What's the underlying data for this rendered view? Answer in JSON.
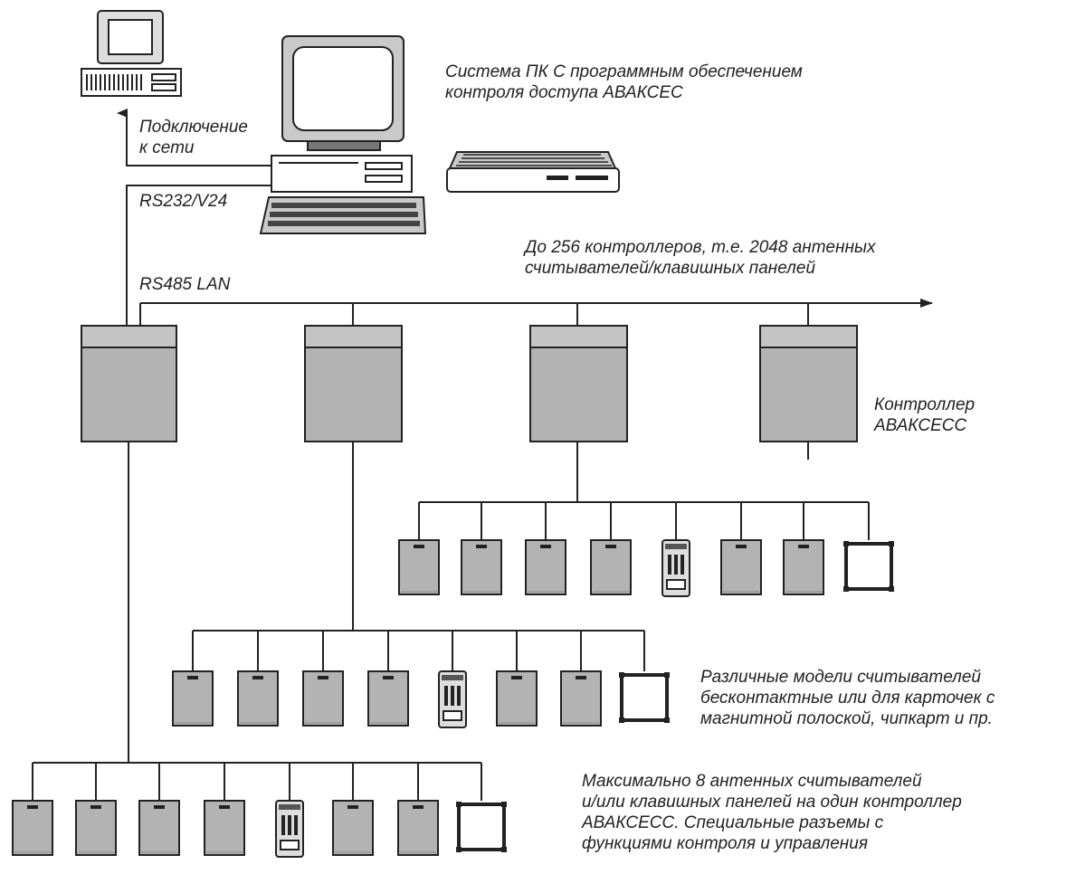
{
  "labels": {
    "pc_system": [
      "Система ПК С программным обеспечением",
      "контроля доступа АВАКСЕС"
    ],
    "network": [
      "Подключение",
      "к сети"
    ],
    "rs232": "RS232/V24",
    "controllers_max": [
      "До 256 контроллеров, т.е. 2048 антенных",
      "считывателей/клавишных панелей"
    ],
    "rs485": "RS485 LAN",
    "controller": [
      "Контроллер",
      "АВАКСЕСС"
    ],
    "readers": [
      "Различные модели считывателей",
      "бесконтактные или для карточек с",
      "магнитной полоской, чипкарт и пр."
    ],
    "max_readers": [
      "Максимально 8 антенных считывателей",
      "и/или клавишных панелей на один контроллер",
      "АВАКСЕСС. Специальные разъемы с",
      "функциями контроля и управления"
    ]
  },
  "colors": {
    "line": "#222222",
    "device_fill": "#b3b3b3",
    "device_header": "#c4c4c4",
    "white": "#ffffff"
  },
  "icons": {
    "workstation": "network-computer-icon",
    "pc": "main-pc-icon",
    "printer": "printer-icon",
    "controller": "controller-icon",
    "reader": "card-reader-icon",
    "keypad": "keypad-icon",
    "antenna": "antenna-reader-icon"
  }
}
